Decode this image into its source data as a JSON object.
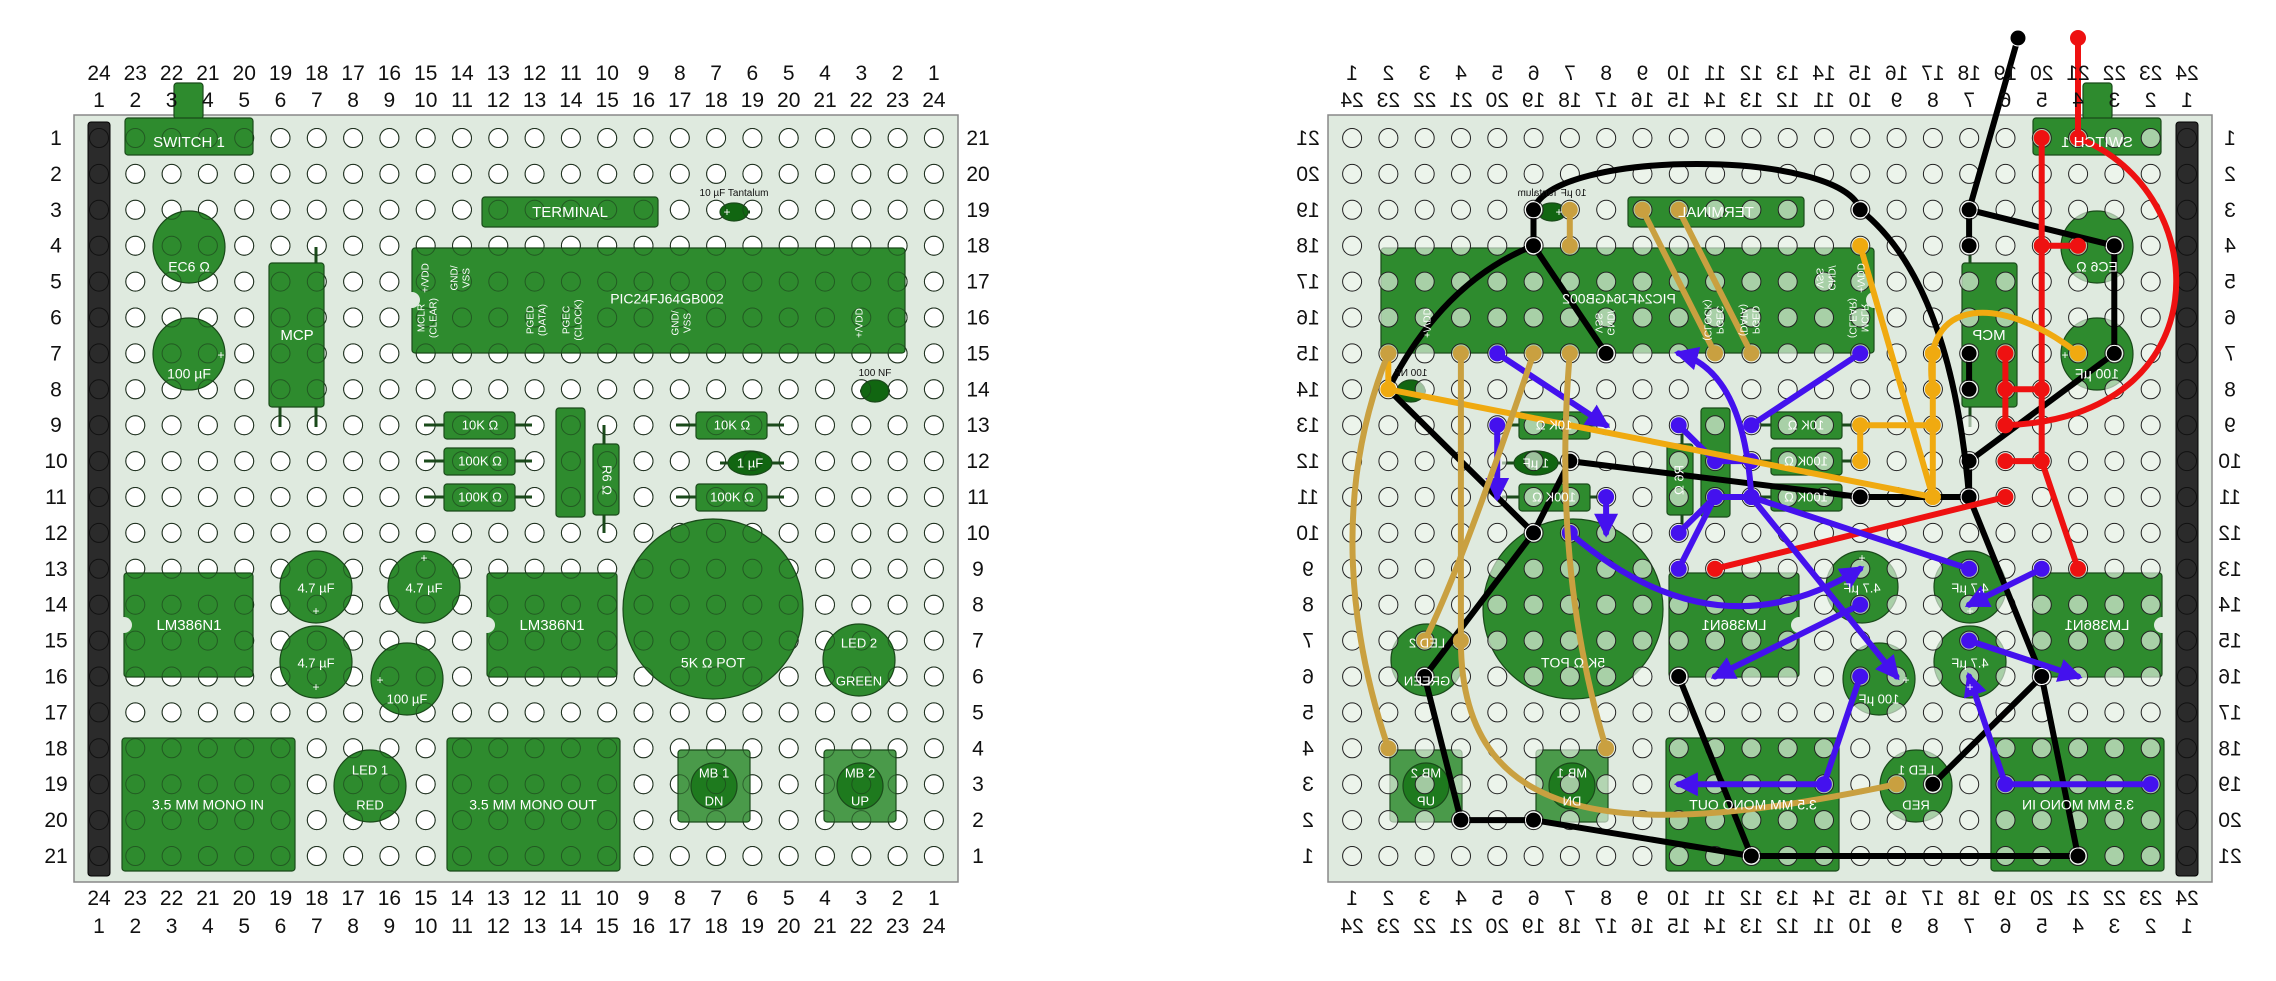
{
  "column_labels": {
    "top_reversed": [
      "24",
      "23",
      "22",
      "21",
      "20",
      "19",
      "18",
      "17",
      "16",
      "15",
      "14",
      "13",
      "12",
      "11",
      "10",
      "9",
      "8",
      "7",
      "6",
      "5",
      "4",
      "3",
      "2",
      "1"
    ],
    "top_forward": [
      "1",
      "2",
      "3",
      "4",
      "5",
      "6",
      "7",
      "8",
      "9",
      "10",
      "11",
      "12",
      "13",
      "14",
      "15",
      "16",
      "17",
      "18",
      "19",
      "20",
      "21",
      "22",
      "23",
      "24"
    ]
  },
  "row_labels": {
    "left": [
      "1",
      "2",
      "3",
      "4",
      "5",
      "6",
      "7",
      "8",
      "9",
      "10",
      "11",
      "12",
      "13",
      "14",
      "15",
      "16",
      "17",
      "18",
      "19",
      "20",
      "21"
    ],
    "right": [
      "21",
      "20",
      "19",
      "18",
      "17",
      "16",
      "15",
      "14",
      "13",
      "12",
      "11",
      "10",
      "9",
      "8",
      "7",
      "6",
      "5",
      "4",
      "3",
      "2",
      "1"
    ]
  },
  "components": {
    "switch": "SWITCH 1",
    "terminal": "TERMINAL",
    "tantalum": "10 µF Tantalum",
    "pic": "PIC24FJ64GB002",
    "pic_pins": {
      "vdd_top": "+/VDD",
      "gnd_top": [
        "GND/",
        "VSS"
      ],
      "mclr": [
        "MCLR",
        "(CLEAR)"
      ],
      "pged": [
        "PGED",
        "(DATA)"
      ],
      "pgec": [
        "PGEC",
        "(CLOCK)"
      ],
      "gnd_bottom": [
        "GND/",
        "VSS"
      ],
      "vdd_bottom": "+/VDD"
    },
    "ec6": "EC6 Ω",
    "cap_100uf_top": "100 µF",
    "mcp": "MCP",
    "cap_100nf": "100 NF",
    "r_10k_left": "10K Ω",
    "r_100k_left_a": "100K Ω",
    "r_100k_left_b": "100K Ω",
    "r6": "R6 Ω",
    "r_10k_right": "10K Ω",
    "cap_1uf": "1 µF",
    "r_100k_right": "100K Ω",
    "lm386_left": "LM386N1",
    "lm386_mid": "LM386N1",
    "cap_47_a": "4.7 µF",
    "cap_47_b": "4.7 µF",
    "cap_47_c": "4.7 µF",
    "cap_100uf_bottom": "100 µF",
    "pot": "5K Ω POT",
    "led2": [
      "LED 2",
      "GREEN"
    ],
    "led1": [
      "LED 1",
      "RED"
    ],
    "jack_in": "3.5 MM MONO IN",
    "jack_out": "3.5 MM MONO OUT",
    "mb1": [
      "MB 1",
      "DN"
    ],
    "mb2": [
      "MB 2",
      "UP"
    ],
    "plus": "+"
  },
  "colors": {
    "board": "#dfeadf",
    "component": "#2e8b2e",
    "button_base": "#4a9a4a",
    "strip": "#2b2b2b",
    "wire_black": "#000000",
    "wire_red": "#ee1111",
    "wire_blue": "#4411ee",
    "wire_amber": "#f0aa10",
    "wire_tan": "#c9a040"
  }
}
